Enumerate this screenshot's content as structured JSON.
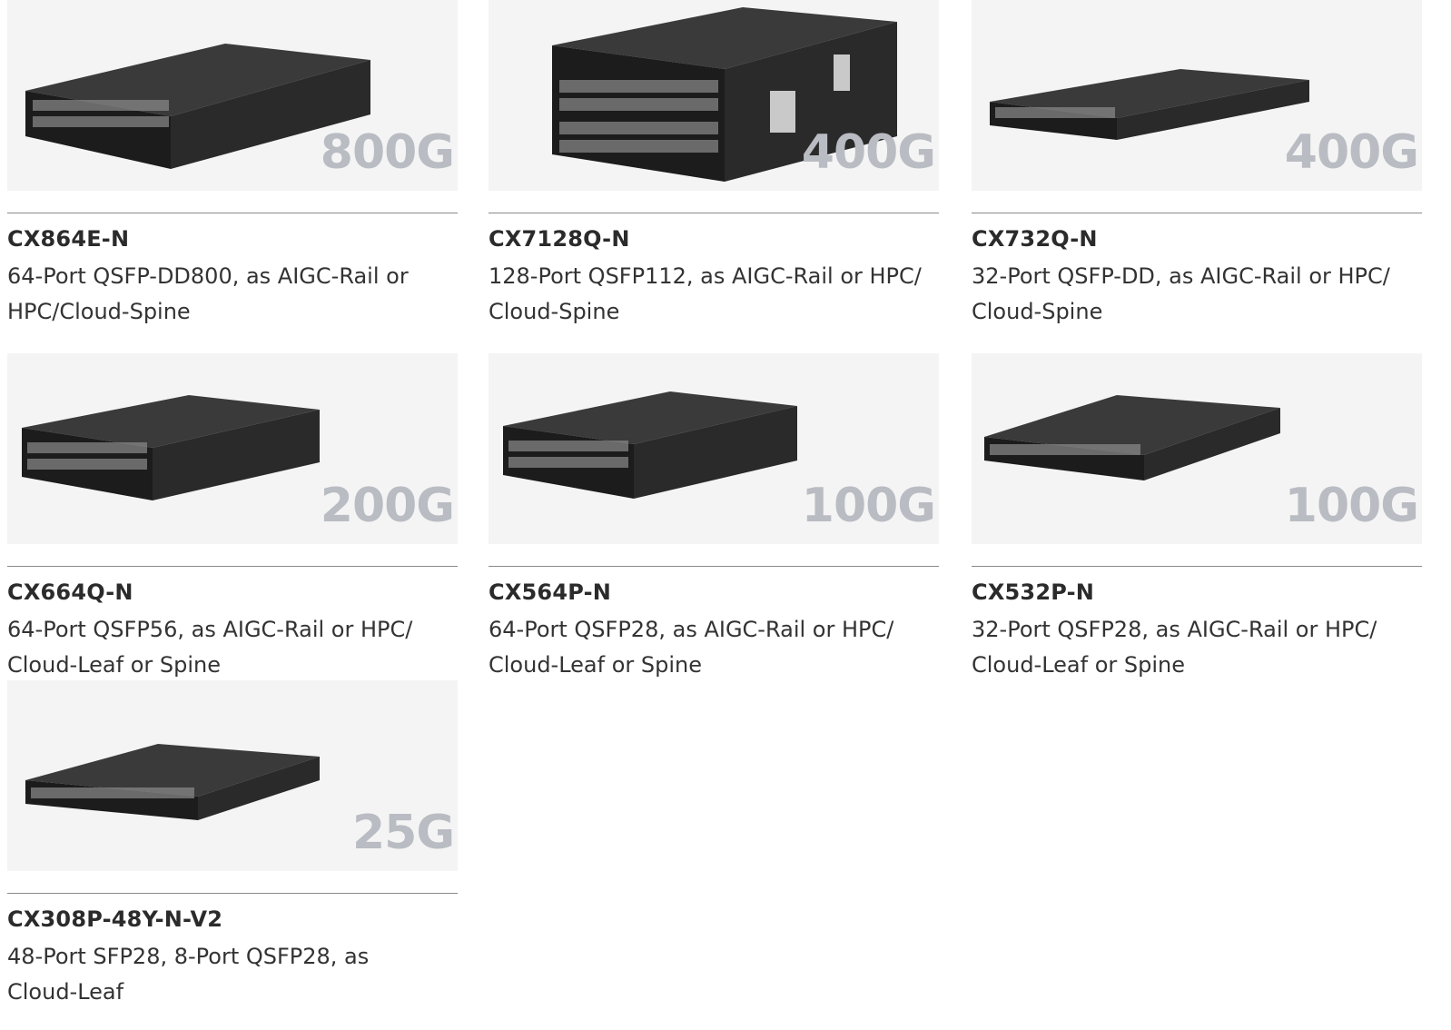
{
  "products": [
    {
      "model": "CX864E-N",
      "speed": "800G",
      "description": "64-Port QSFP-DD800, as AIGC-Rail or HPC/Cloud-Spine"
    },
    {
      "model": "CX7128Q-N",
      "speed": "400G",
      "description": "128-Port QSFP112, as AIGC-Rail or HPC/ Cloud-Spine"
    },
    {
      "model": "CX732Q-N",
      "speed": "400G",
      "description": "32-Port QSFP-DD, as AIGC-Rail or HPC/ Cloud-Spine"
    },
    {
      "model": "CX664Q-N",
      "speed": "200G",
      "description": "64-Port QSFP56, as AIGC-Rail or HPC/ Cloud-Leaf or Spine"
    },
    {
      "model": "CX564P-N",
      "speed": "100G",
      "description": "64-Port QSFP28, as AIGC-Rail or HPC/ Cloud-Leaf or Spine"
    },
    {
      "model": "CX532P-N",
      "speed": "100G",
      "description": "32-Port QSFP28, as AIGC-Rail or HPC/ Cloud-Leaf or Spine"
    },
    {
      "model": "CX308P-48Y-N-V2",
      "speed": "25G",
      "description": "48-Port SFP28, 8-Port QSFP28, as Cloud-Leaf"
    }
  ],
  "colors": {
    "speed_badge": "#b9bcc2",
    "divider": "#8a8a8a",
    "chassis": "#2a2a2a"
  }
}
